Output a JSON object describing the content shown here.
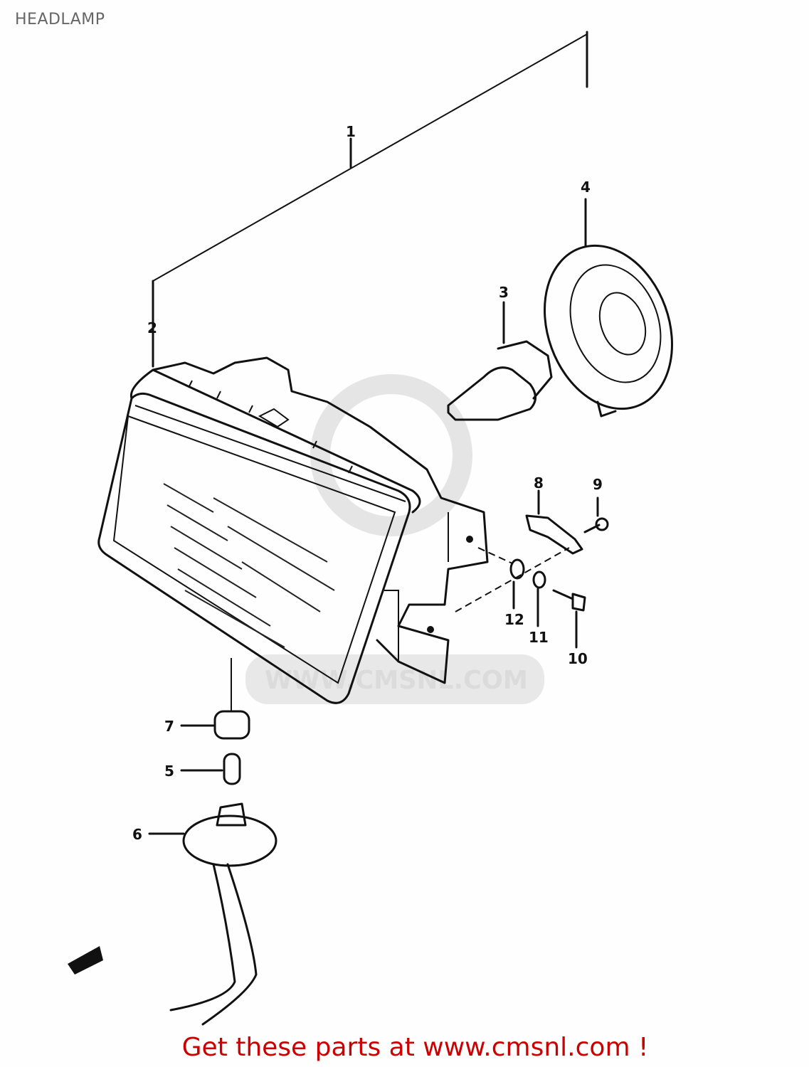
{
  "header": {
    "title": "HEADLAMP"
  },
  "diagram": {
    "callouts": [
      "1",
      "2",
      "3",
      "4",
      "5",
      "6",
      "7",
      "8",
      "9",
      "10",
      "11",
      "12"
    ],
    "watermark": "WWW.CMSNL.COM"
  },
  "footer": {
    "text": "Get these parts at www.cmsnl.com !",
    "color": "#cc0000"
  }
}
